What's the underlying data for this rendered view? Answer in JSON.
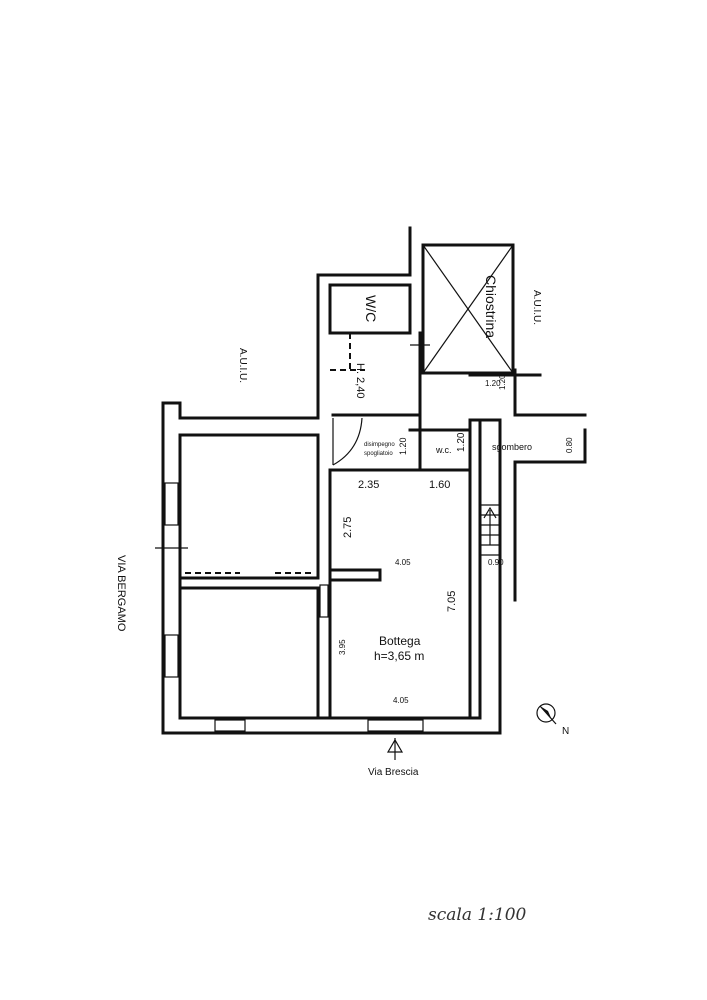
{
  "labels": {
    "aiu_left": "A.U.I.U.",
    "aiu_right": "A.U.I.U.",
    "wc_top": "W/C",
    "height_wc": "H. 2,40",
    "chiostrina": "Chiostrina",
    "disimpegno": "disimpegno",
    "spogliatoio": "spogliatoio",
    "wc_small": "w.c.",
    "sgombero": "sgombero",
    "bottega": "Bottega",
    "bottega_height": "h=3,65 m",
    "via_bergamo": "VIA BERGAMO",
    "via_brescia": "Via Brescia",
    "north": "N",
    "scale": "scala   1:100"
  },
  "dimensions": {
    "d_120_top": "1.20",
    "d_120_side": "1.20",
    "d_120_dis": "1.20",
    "d_120_wc": "1.20",
    "d_080": "0.80",
    "d_235": "2.35",
    "d_160": "1.60",
    "d_275": "2.75",
    "d_405_mid": "4.05",
    "d_705": "7.05",
    "d_090": "0.90",
    "d_395": "3.95",
    "d_405_bottom": "4.05"
  }
}
